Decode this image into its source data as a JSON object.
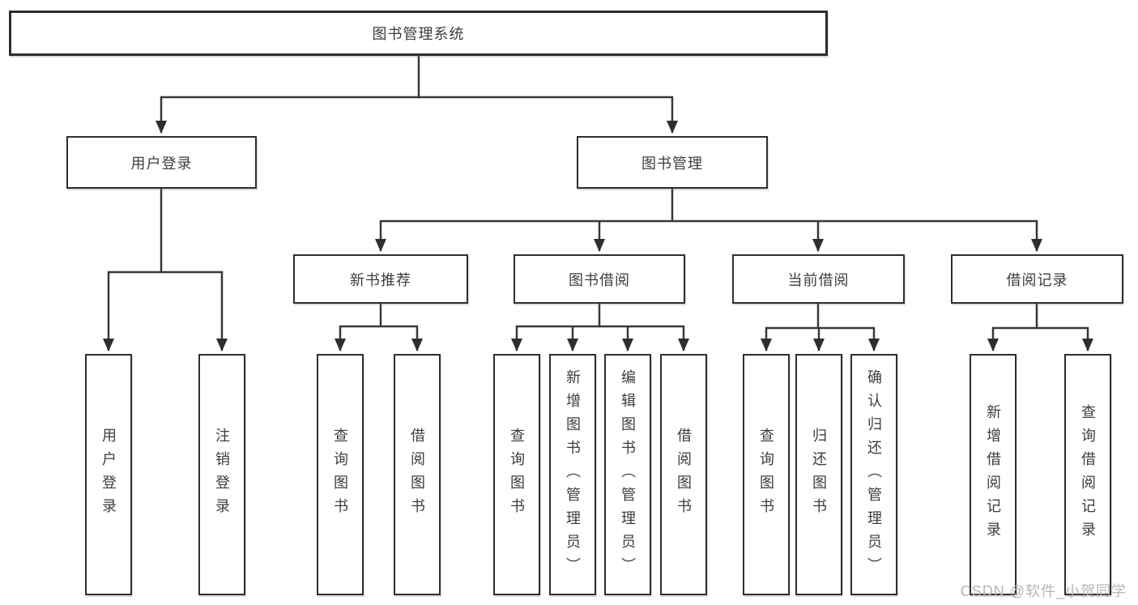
{
  "diagram": {
    "root": "图书管理系统",
    "level2": [
      "用户登录",
      "图书管理"
    ],
    "level3": [
      "新书推荐",
      "图书借阅",
      "当前借阅",
      "借阅记录"
    ],
    "leaves": {
      "user": [
        "用户登录",
        "注销登录"
      ],
      "recommend": [
        "查询图书",
        "借阅图书"
      ],
      "borrow": [
        "查询图书",
        "新增图书（管理员）",
        "编辑图书（管理员）",
        "借阅图书"
      ],
      "current": [
        "查询图书",
        "归还图书",
        "确认归还（管理员）"
      ],
      "records": [
        "新增借阅记录",
        "查询借阅记录"
      ]
    },
    "colors": {
      "line": "#383838",
      "box_border": "#2e2e2e",
      "text": "#3d3d3d",
      "background": "#ffffff",
      "watermark": "#b5b5b5"
    }
  },
  "watermark": "CSDN @软件_小贺同学"
}
